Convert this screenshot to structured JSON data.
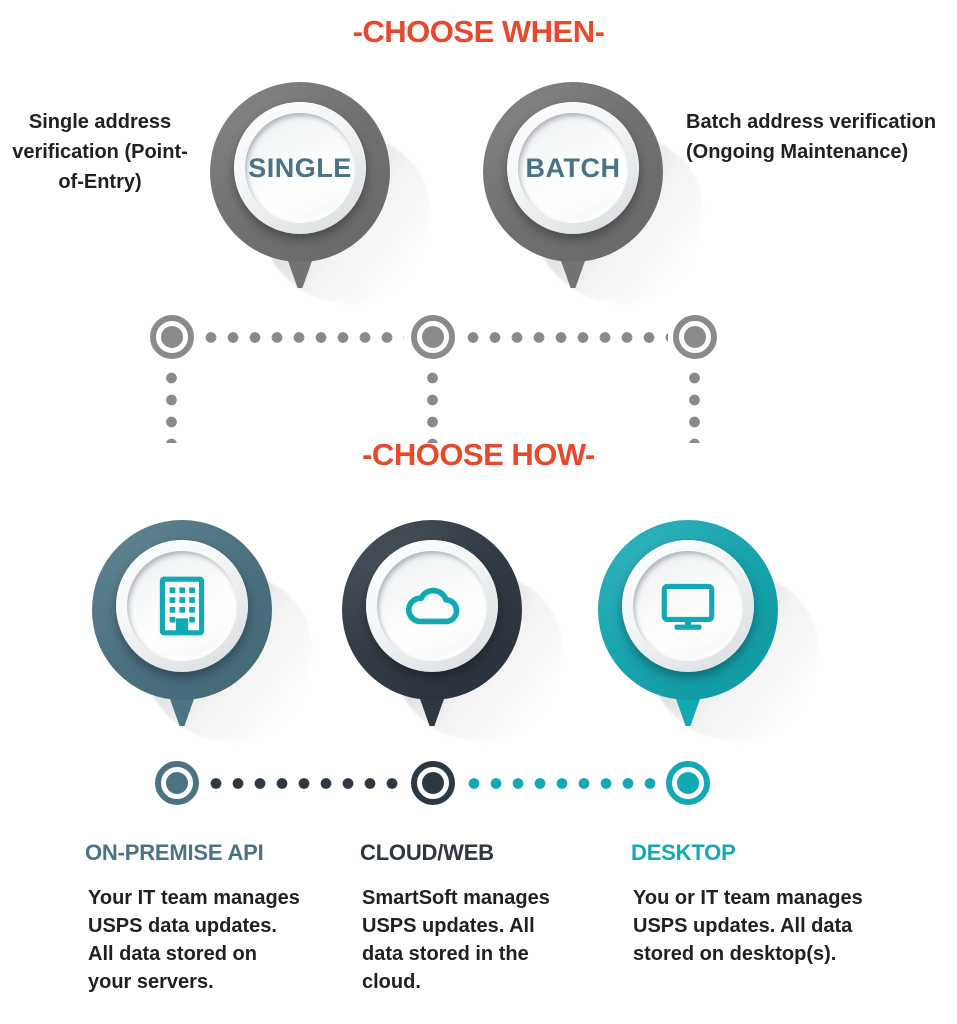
{
  "colors": {
    "accent_orange": "#e8492b",
    "steel_blue": "#4a7383",
    "dark_navy": "#2e3842",
    "teal": "#12a9b4",
    "gray_pin": "#737373",
    "body_text": "#231f20"
  },
  "sections": {
    "when": {
      "title": "-CHOOSE WHEN-",
      "left_caption": "Single address verification (Point-of-Entry)",
      "right_caption": "Batch address verification (Ongoing Maintenance)",
      "pins": [
        {
          "label": "SINGLE",
          "icon": "none",
          "color": "#737373"
        },
        {
          "label": "BATCH",
          "icon": "none",
          "color": "#737373"
        }
      ]
    },
    "how": {
      "title": "-CHOOSE HOW-",
      "pins": [
        {
          "icon": "building-icon",
          "color": "#4a7383"
        },
        {
          "icon": "cloud-icon",
          "color": "#2e3842"
        },
        {
          "icon": "monitor-icon",
          "color": "#12a9b4"
        }
      ],
      "columns": [
        {
          "heading": "ON-PREMISE API",
          "body": "Your IT team manages USPS data updates. All data stored on your servers.",
          "color": "#4a7383"
        },
        {
          "heading": "CLOUD/WEB",
          "body": "SmartSoft manages USPS updates. All data stored in the cloud.",
          "color": "#2e3842"
        },
        {
          "heading": "DESKTOP",
          "body": "You or IT team manages USPS updates. All data stored on desktop(s).",
          "color": "#12a9b4"
        }
      ]
    }
  }
}
